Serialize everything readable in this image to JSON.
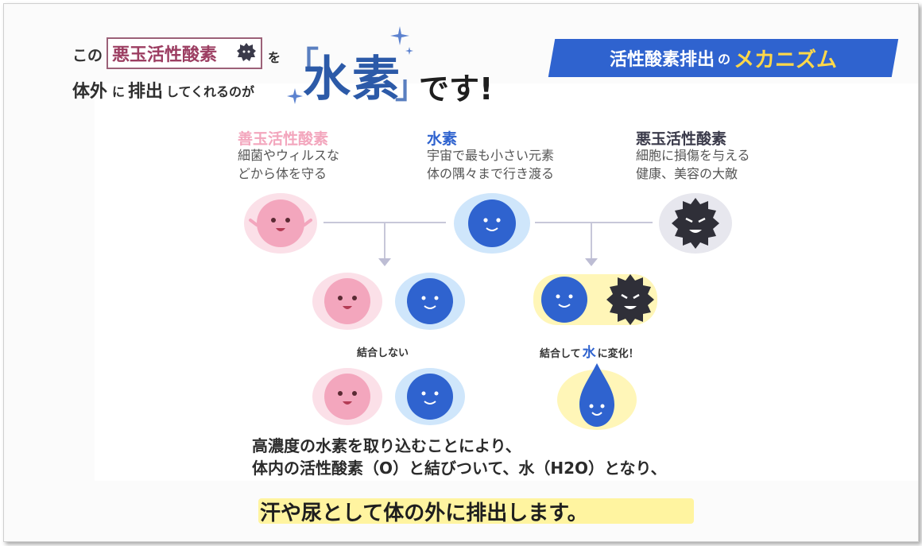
{
  "heading": {
    "kono": "この",
    "bad_oxygen": "悪玉活性酸素",
    "wo": "を",
    "line2_a": "体外",
    "line2_b": "に",
    "line2_c": "排出",
    "line2_d": "してくれるのが",
    "bracket_open": "「",
    "suiso": "水素",
    "bracket_close": "」",
    "desu": "です!"
  },
  "banner": {
    "part1": "活性酸素排出",
    "part2": "の",
    "part3": "メカニズム"
  },
  "columns": {
    "good": {
      "title": "善玉活性酸素",
      "desc": "細菌やウィルスな\nどから体を守る",
      "color": "#f3a6bd"
    },
    "hydrogen": {
      "title": "水素",
      "desc": "宇宙で最も小さい元素\n体の隅々まで行き渡る",
      "color": "#2f63cf"
    },
    "bad": {
      "title": "悪玉活性酸素",
      "desc": "細胞に損傷を与える\n健康、美容の大敵",
      "color": "#3a3a4a"
    }
  },
  "labels": {
    "no_bond": "結合しない",
    "bond_a": "結合して",
    "bond_water": "水",
    "bond_b": "に変化！"
  },
  "bottom": {
    "line1": "高濃度の水素を取り込むことにより、",
    "line2": "体内の活性酸素（O）と結びついて、水（H2O）となり、",
    "line3": "汗や尿として体の外に排出します。"
  },
  "colors": {
    "good": "#f3a6bd",
    "hydrogen": "#2f63cf",
    "bad": "#2f2f38",
    "highlight": "#fff4a0",
    "banner_accent": "#ffd84a"
  }
}
